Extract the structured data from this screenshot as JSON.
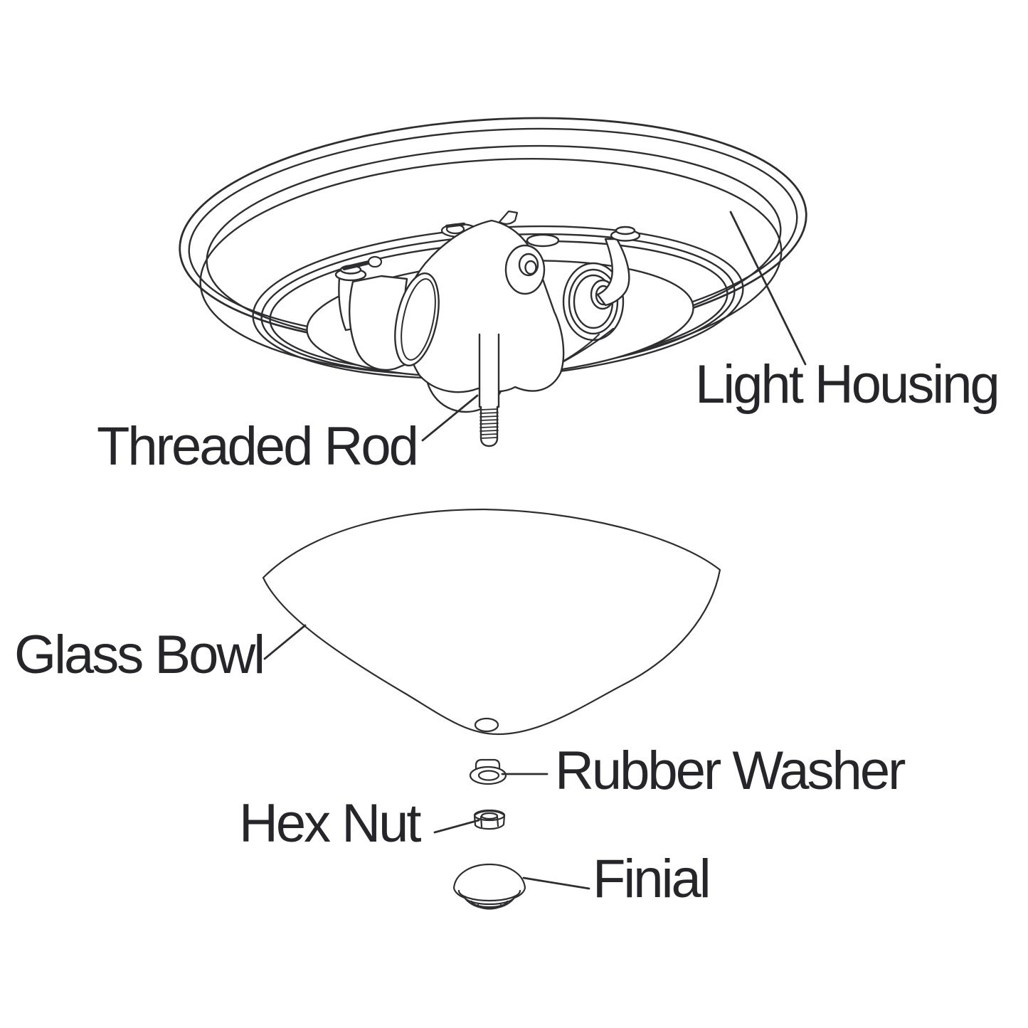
{
  "diagram": {
    "type": "exploded-parts-diagram",
    "subject": "Ceiling light fixture assembly instructions drawing",
    "background_color": "#ffffff",
    "line_color": "#2e2e31",
    "text_color": "#26262a",
    "labels": [
      {
        "id": "light-housing",
        "text": "Light Housing"
      },
      {
        "id": "threaded-rod",
        "text": "Threaded Rod"
      },
      {
        "id": "glass-bowl",
        "text": "Glass Bowl"
      },
      {
        "id": "rubber-washer",
        "text": "Rubber Washer"
      },
      {
        "id": "hex-nut",
        "text": "Hex Nut"
      },
      {
        "id": "finial",
        "text": "Finial"
      }
    ]
  }
}
